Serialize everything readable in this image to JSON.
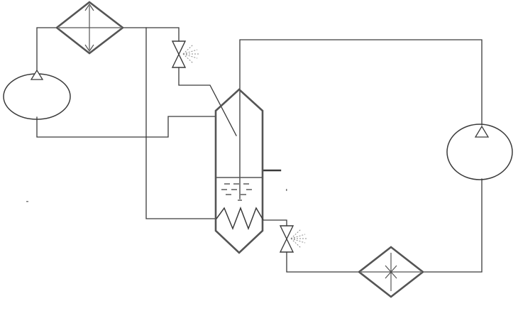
{
  "colors": {
    "background": "#ffffff",
    "line": "#3a3a3a",
    "heavy": "#555555",
    "light": "#8a8a8a"
  },
  "components": [
    {
      "id": "left-compressor",
      "icon": "compressor-icon"
    },
    {
      "id": "left-heat-exchanger",
      "icon": "heat-exchanger-icon"
    },
    {
      "id": "upper-expansion-valve",
      "icon": "expansion-valve-icon"
    },
    {
      "id": "cascade-vessel",
      "icon": "vessel-icon"
    },
    {
      "id": "lower-expansion-valve",
      "icon": "expansion-valve-icon"
    },
    {
      "id": "right-heat-exchanger",
      "icon": "heat-exchanger-icon"
    },
    {
      "id": "right-compressor",
      "icon": "compressor-icon"
    }
  ]
}
